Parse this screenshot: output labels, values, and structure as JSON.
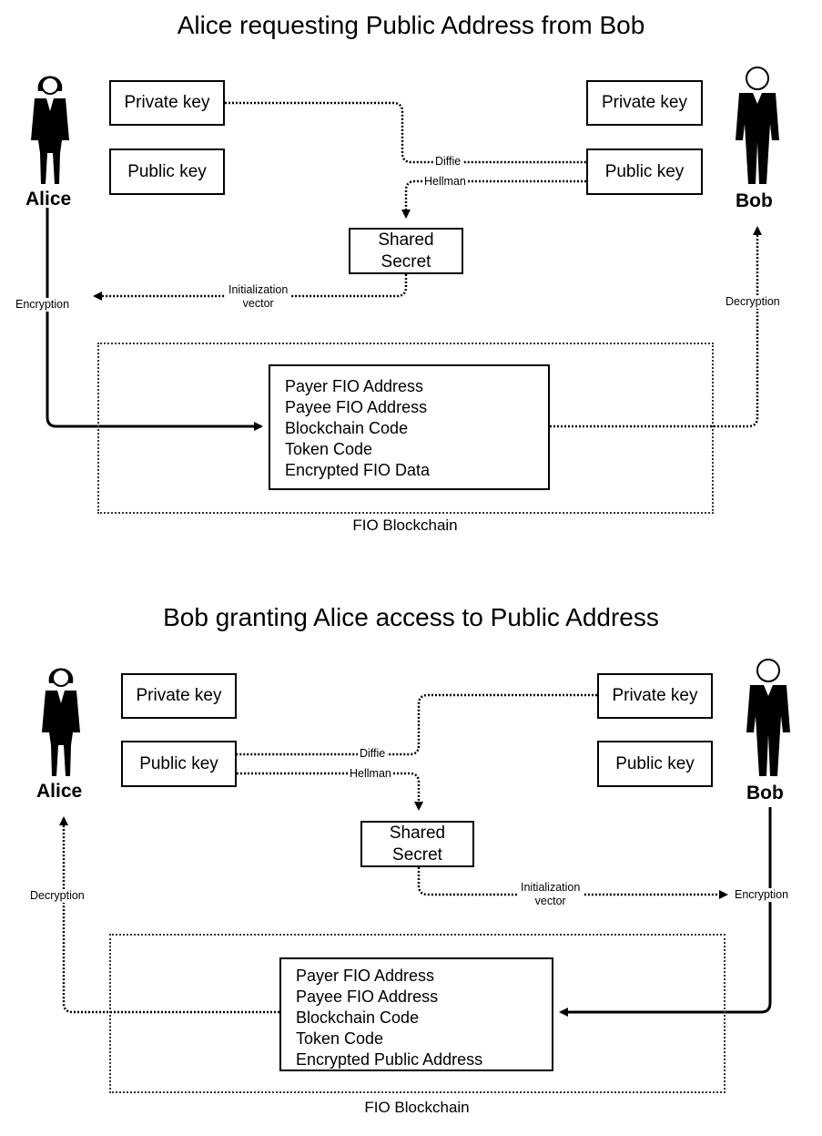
{
  "diagram1": {
    "title": "Alice requesting Public Address from Bob",
    "alice": {
      "name": "Alice",
      "private_key": "Private key",
      "public_key": "Public key"
    },
    "bob": {
      "name": "Bob",
      "private_key": "Private key",
      "public_key": "Public key"
    },
    "diffie": "Diffie",
    "hellman": "Hellman",
    "shared_secret": [
      "Shared",
      "Secret"
    ],
    "initialization_vector": [
      "Initialization",
      "vector"
    ],
    "encryption": "Encryption",
    "decryption": "Decryption",
    "data_fields": [
      "Payer FIO Address",
      "Payee FIO Address",
      "Blockchain Code",
      "Token Code",
      "Encrypted FIO Data"
    ],
    "blockchain_label": "FIO Blockchain"
  },
  "diagram2": {
    "title": "Bob granting Alice access to Public Address",
    "alice": {
      "name": "Alice",
      "private_key": "Private key",
      "public_key": "Public key"
    },
    "bob": {
      "name": "Bob",
      "private_key": "Private key",
      "public_key": "Public key"
    },
    "diffie": "Diffie",
    "hellman": "Hellman",
    "shared_secret": [
      "Shared",
      "Secret"
    ],
    "initialization_vector": [
      "Initialization",
      "vector"
    ],
    "encryption": "Encryption",
    "decryption": "Decryption",
    "data_fields": [
      "Payer FIO Address",
      "Payee FIO Address",
      "Blockchain Code",
      "Token Code",
      "Encrypted Public Address"
    ],
    "blockchain_label": "FIO Blockchain"
  }
}
